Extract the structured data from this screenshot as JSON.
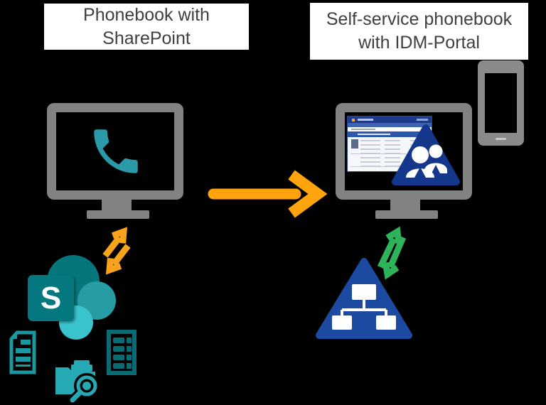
{
  "titles": {
    "left": "Phonebook with\nSharePoint",
    "right": "Self-service phonebook\nwith IDM-Portal"
  },
  "sharepoint": {
    "letter": "S"
  },
  "colors": {
    "background": "#000000",
    "title_text": "#3F3F3F",
    "monitor_gray": "#828282",
    "smartphone_gray": "#8A8A8A",
    "phone_handset_teal": "#2A9AA8",
    "main_arrow_orange": "#FFA40C",
    "sync_arrows_orange": "#F9A21B",
    "sync_arrows_green": "#2DB45A",
    "users_triangle_blue": "#14378C",
    "ad_triangle_blue": "#1C4AA1",
    "sharepoint_dark_teal": "#05767C",
    "sharepoint_mid_teal": "#269DA5",
    "sharepoint_light_teal": "#39C3CD",
    "sharepoint_tile_teal": "#04787E",
    "document_icon_teal": "#1B98A0",
    "list_icon_teal": "#0B6B74",
    "folder_icon_teal": "#25A9B2",
    "app_header_blue": "#1D3B8A"
  },
  "icons": {
    "phone-handset-icon": "telephone handset on monitor screen",
    "main-arrow-icon": "large right migration arrow",
    "orange-sync-arrows-icon": "orange bidirectional arrows",
    "green-sync-arrows-icon": "green bidirectional arrows",
    "users-triangle-icon": "blue triangle with two users",
    "org-chart-triangle-icon": "Active Directory triangle with org chart",
    "sharepoint-logo": "SharePoint logo with S tile and circles",
    "document-icon": "document with text lines",
    "list-icon": "list form page",
    "folder-search-icon": "folder with magnifying glass",
    "smartphone-icon": "smartphone",
    "app-window": "IDM-Portal web application mini screenshot"
  }
}
